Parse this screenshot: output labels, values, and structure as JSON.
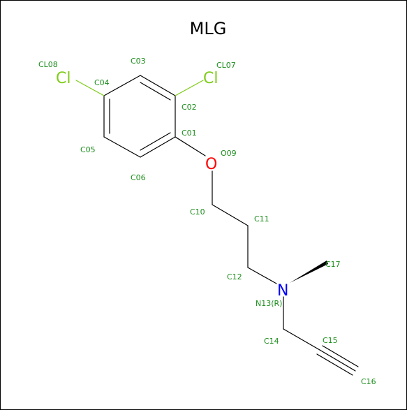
{
  "title": "MLG",
  "colors": {
    "bond": "#000000",
    "label": "#1a8c1a",
    "chlorine": "#7fcc1a",
    "oxygen": "#ff0000",
    "nitrogen": "#0000ff"
  },
  "element_symbols": {
    "cl08": "Cl",
    "cl07": "Cl",
    "o09": "O",
    "n13": "N"
  },
  "atom_labels": {
    "cl08": "CL08",
    "c03": "C03",
    "cl07": "CL07",
    "c04": "C04",
    "c02": "C02",
    "c01": "C01",
    "c05": "C05",
    "o09": "O09",
    "c06": "C06",
    "c10": "C10",
    "c11": "C11",
    "c17": "C17",
    "c12": "C12",
    "n13": "N13(R)",
    "c14": "C14",
    "c15": "C15",
    "c16": "C16"
  }
}
